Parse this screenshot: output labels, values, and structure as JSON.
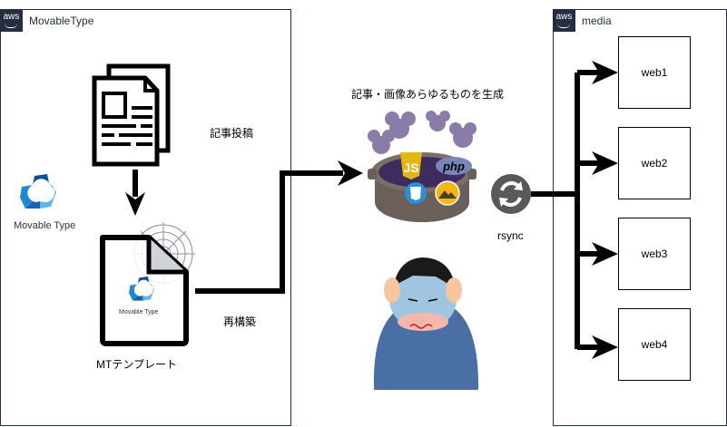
{
  "groups": {
    "left": {
      "badge": "aws",
      "title": "MovableType"
    },
    "right": {
      "badge": "aws",
      "title": "media"
    }
  },
  "logo": {
    "label": "Movable Type",
    "colors": [
      "#0b4f9c",
      "#1e88d0",
      "#5bb8e8"
    ]
  },
  "labels": {
    "post": "記事投稿",
    "template": "MTテンプレート",
    "rebuild": "再構築",
    "generate": "記事・画像あらゆるものを生成",
    "rsync": "rsync"
  },
  "template_logo_label": "Movable Type",
  "pot_icons": [
    "js-icon",
    "php-icon",
    "css3-icon",
    "image-icon"
  ],
  "servers": [
    {
      "label": "web1"
    },
    {
      "label": "web2"
    },
    {
      "label": "web3"
    },
    {
      "label": "web4"
    }
  ],
  "colors": {
    "aws_dark": "#232f3e",
    "rsync_gray": "#595959",
    "steam_purple": "#8b7ba8",
    "pot_brown": "#6b5f5a"
  }
}
